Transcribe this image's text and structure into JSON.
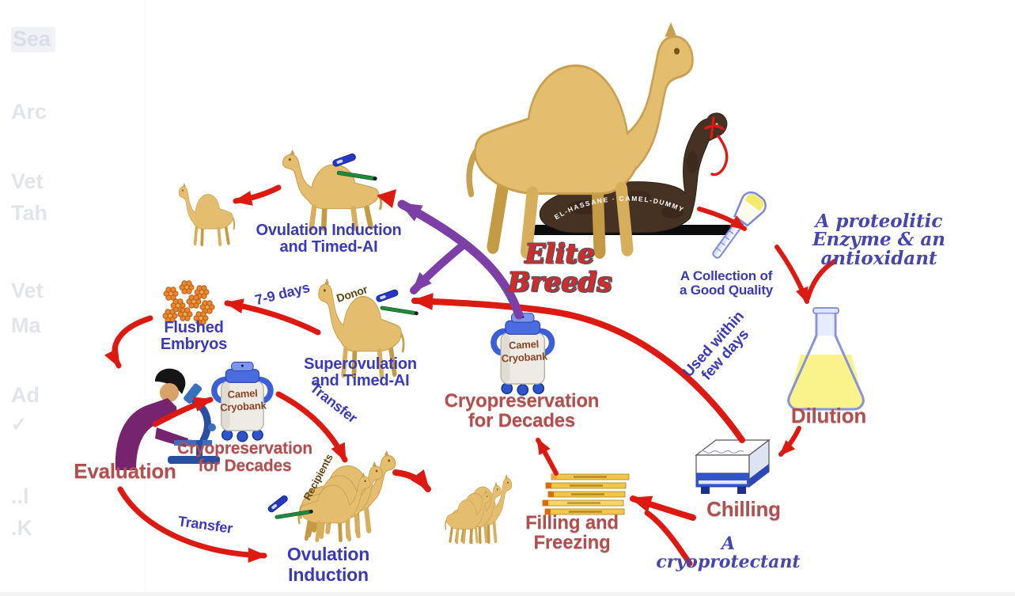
{
  "ghost_sidebar": {
    "items": [
      "Sea",
      "Arc",
      "Vet",
      "Tah",
      "Vet",
      "Ma",
      "Ad",
      "✓",
      "..l",
      ".K"
    ]
  },
  "labels": {
    "elite_breeds": "Elite Breeds",
    "camel_dummy_brand": "EL-HASSANE · CAMEL-DUMMY",
    "collection": "A Collection of\na Good Quality",
    "enzyme": "A proteolitic\nEnzyme & an\nantioxidant",
    "dilution": "Dilution",
    "chilling": "Chilling",
    "cryoprotectant": "A cryoprotectant",
    "filling_freezing": "Filling and\nFreezing",
    "cryo_center": "Cryopreservation\nfor Decades",
    "cryo_left": "Cryopreservation\nfor Decades",
    "used_within": "Used within\nfew days",
    "ovulation_timed": "Ovulation Induction\nand Timed-AI",
    "superovulation": "Superovulation\nand Timed-AI",
    "days_7_9": "7-9 days",
    "flushed_embryos": "Flushed\nEmbryos",
    "evaluation": "Evaluation",
    "transfer_top": "Transfer",
    "transfer_bottom": "Transfer",
    "ovulation_bottom": "Ovulation\nInduction",
    "donor": "Donor",
    "recipients": "Recipients",
    "cryobank_center": "Camel\nCryobank",
    "cryobank_left": "Camel\nCryobank"
  },
  "colors": {
    "arrow_red": "#dd1a12",
    "arrow_purple": "#7b3fa5",
    "text_blue": "#3a3ab8",
    "text_blue_serif": "#4646ae",
    "text_dark_red": "#b34e4e",
    "title_red": "#d42a2a",
    "camel_tan": "#e4bd6e",
    "camel_dark": "#463223",
    "cryobank_blue": "#4a6ce0",
    "flask_yellow": "#faf38c",
    "straw_yellow": "#f3c648",
    "chilling_blue": "#3355cc",
    "embryo_orange": "#e8872e"
  },
  "icons": {
    "standing_camel": "standing-camel-illustration",
    "sitting_camel": "sitting-camel-with-halter-illustration",
    "semen_collector": "collection-vial-icon",
    "flask": "erlenmeyer-flask-icon",
    "cooling_box": "chilling-box-icon",
    "straws": "semen-straws-icon",
    "cryobank_tank": "cryogenic-dewar-icon",
    "embryos": "embryo-cluster-icon",
    "microscope_person": "scientist-at-microscope-icon",
    "ai_gun": "insemination-gun-icon"
  }
}
